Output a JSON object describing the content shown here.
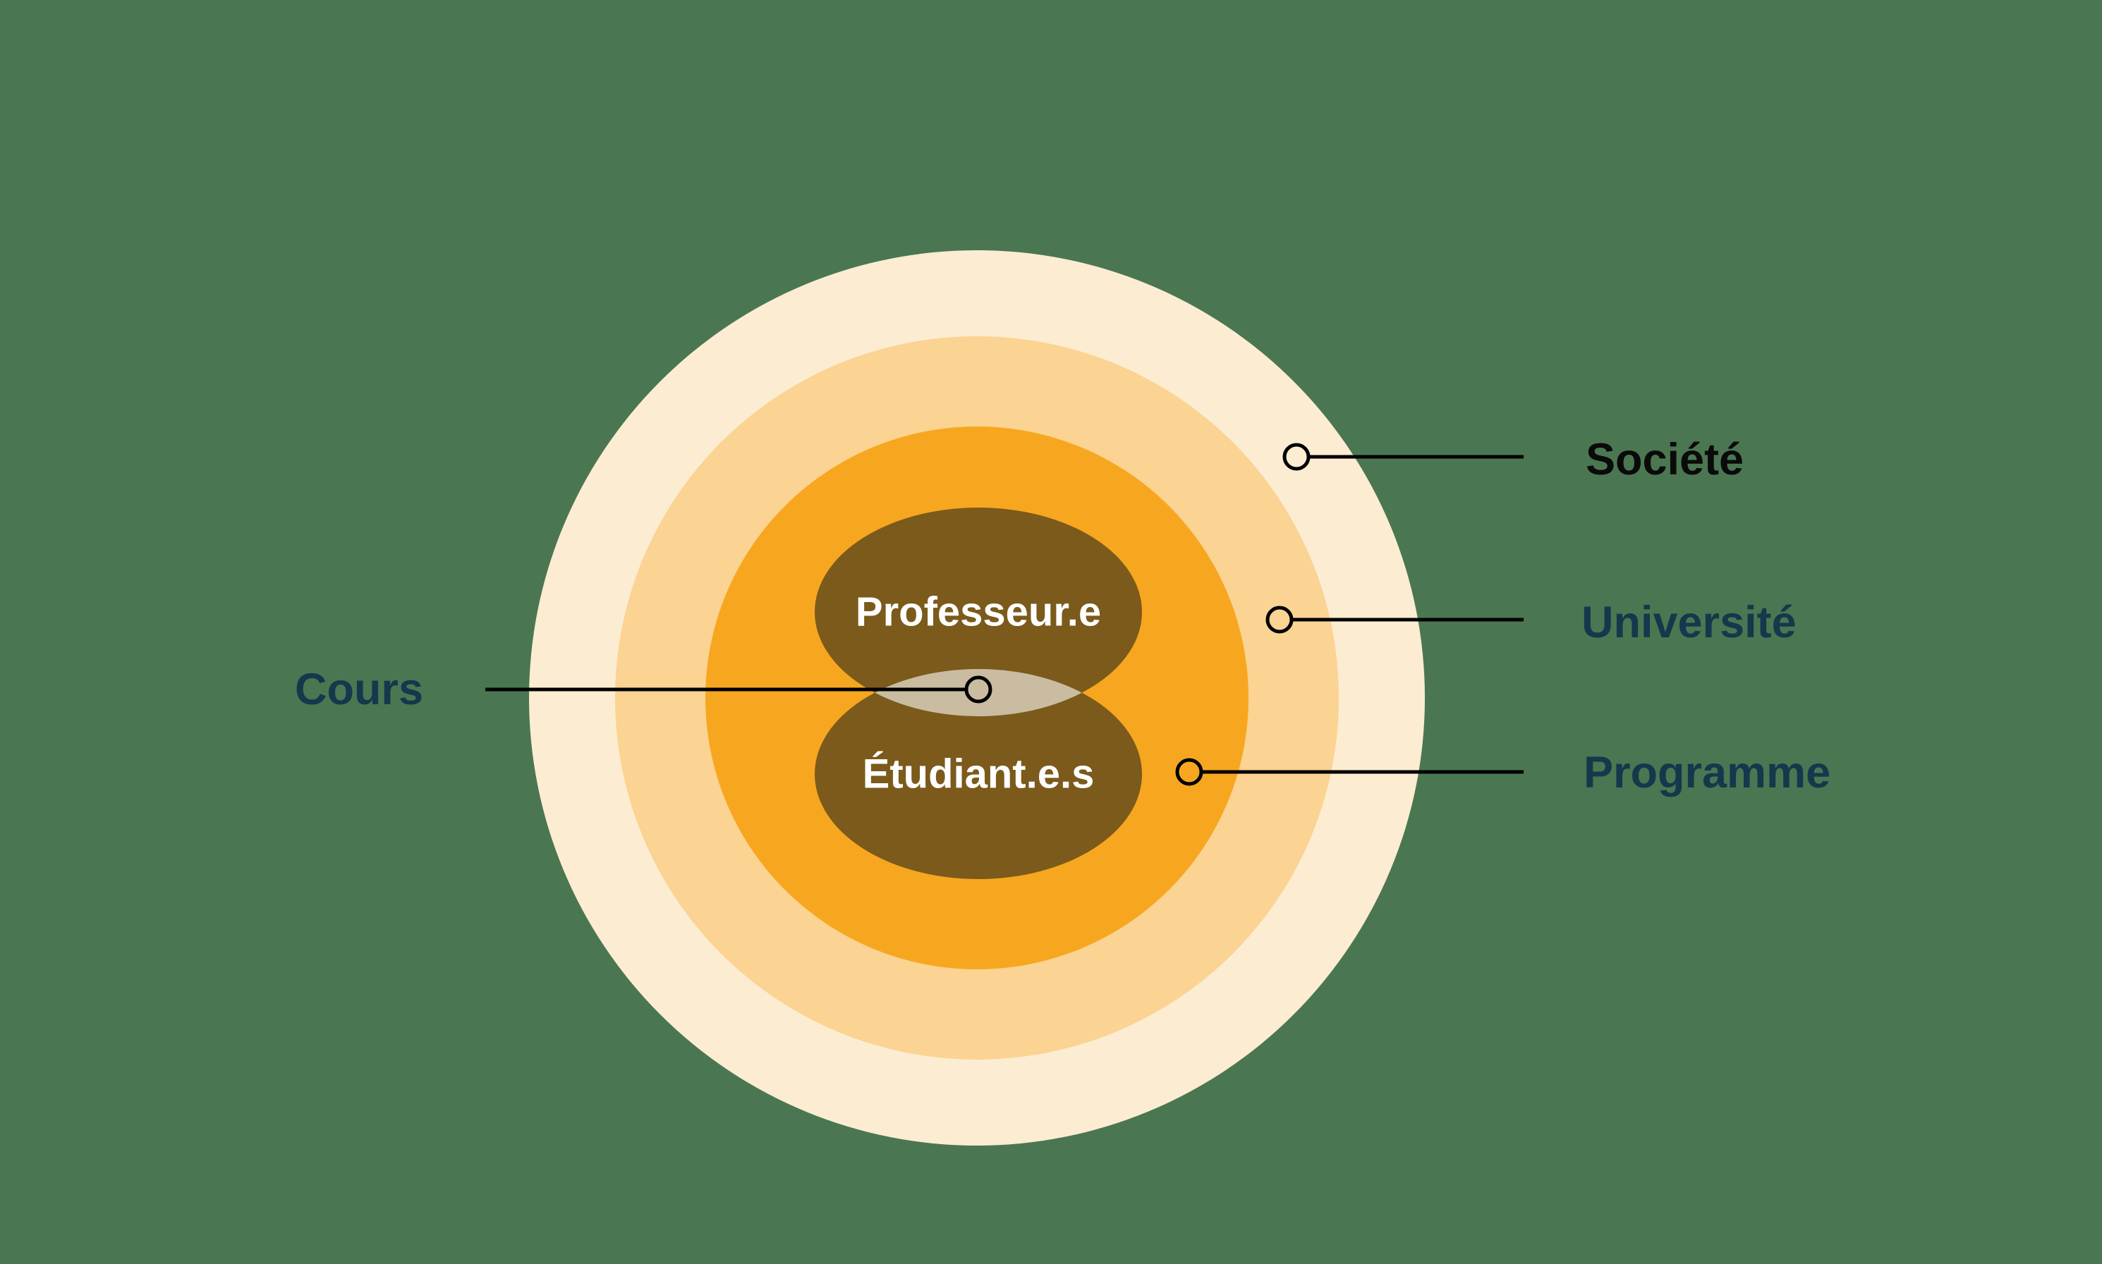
{
  "diagram": {
    "background_color": "#4A7751",
    "connector_color": "#000000",
    "rings": [
      {
        "name": "societe",
        "label": "Société",
        "color": "#FCECD2",
        "label_color": "#0A0A0A"
      },
      {
        "name": "universite",
        "label": "Université",
        "color": "#FBD392",
        "label_color": "#15384C"
      },
      {
        "name": "programme",
        "label": "Programme",
        "color": "#F7A71F",
        "label_color": "#15384C"
      }
    ],
    "center": {
      "ellipses": [
        {
          "name": "professeur",
          "label": "Professeur.e",
          "color": "#7B5A1B",
          "label_color": "#FFFFFF"
        },
        {
          "name": "etudiants",
          "label": "Étudiant.e.s",
          "color": "#7B5A1B",
          "label_color": "#FFFFFF"
        }
      ],
      "intersection": {
        "name": "cours",
        "label": "Cours",
        "color": "#C9BCA0",
        "label_color": "#15384C"
      }
    }
  }
}
